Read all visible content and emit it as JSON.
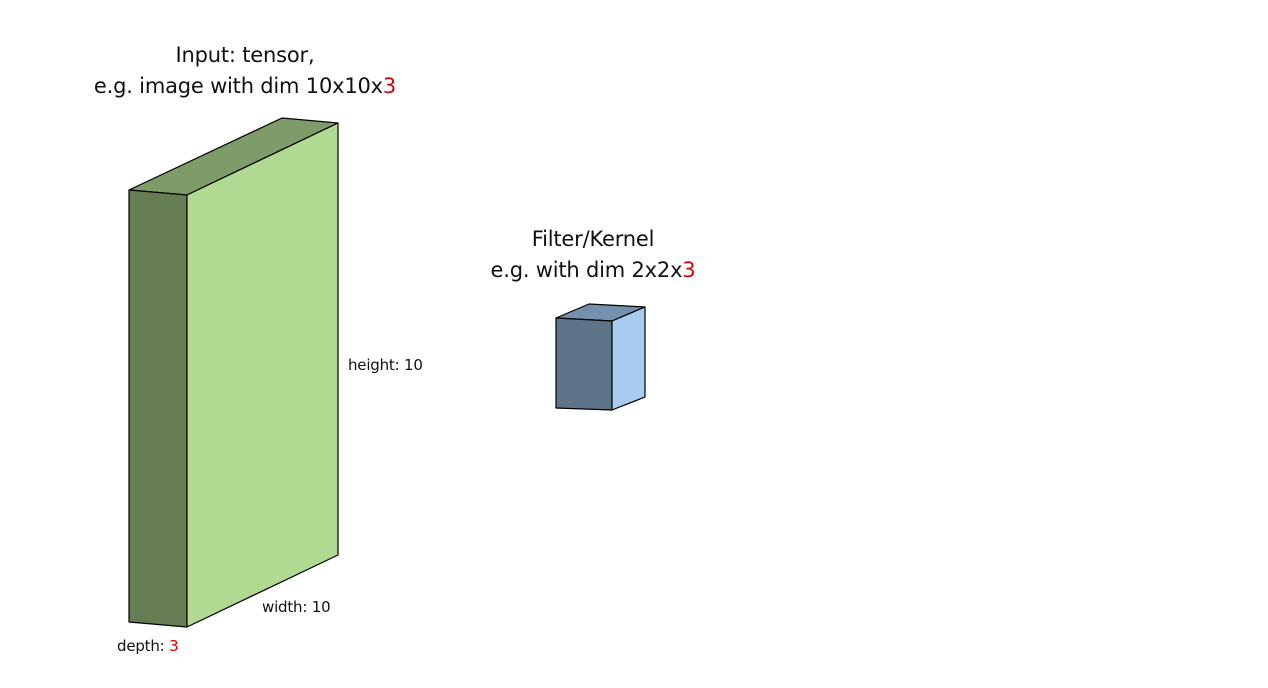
{
  "input": {
    "title_line1": "Input: tensor,",
    "title_line2_prefix": "e.g. image with dim 10x10x",
    "title_line2_accent": "3"
  },
  "filter": {
    "title_line1": "Filter/Kernel",
    "title_line2_prefix": "e.g. with dim 2x2x",
    "title_line2_accent": "3"
  },
  "labels": {
    "height_text": "height: 10",
    "width_text": "width: 10",
    "depth_prefix": "depth: ",
    "depth_accent": "3"
  },
  "colors": {
    "input_front_face": "#b0da91",
    "input_side_face": "#677d53",
    "input_top_face": "#7f9b68",
    "filter_front_face": "#5f7489",
    "filter_side_face": "#a8cbef",
    "filter_top_face": "#7390af",
    "accent_text": "#e00000",
    "outline": "#000000"
  }
}
